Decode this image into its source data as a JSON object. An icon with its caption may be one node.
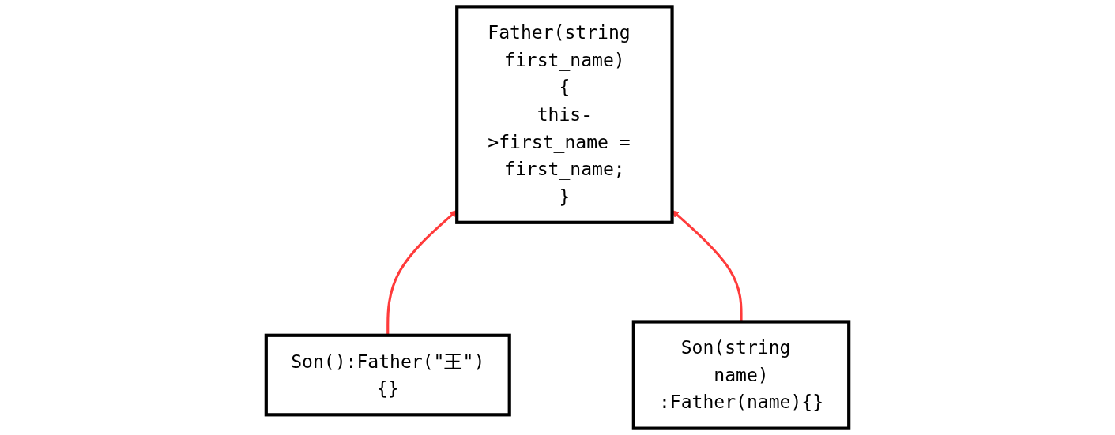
{
  "diagram": {
    "nodes": [
      {
        "text": [
          "Father(string first_name)",
          "{",
          "this->first_name = first_name;",
          "}"
        ]
      },
      {
        "text": [
          "Son():Father(\"王\"){}"
        ]
      },
      {
        "text": [
          "Son(string name)",
          ":Father(name){}"
        ]
      }
    ],
    "edges": [
      {
        "from": 1,
        "to": 0,
        "arrow": "to"
      },
      {
        "from": 2,
        "to": 0,
        "arrow": "to"
      }
    ]
  }
}
